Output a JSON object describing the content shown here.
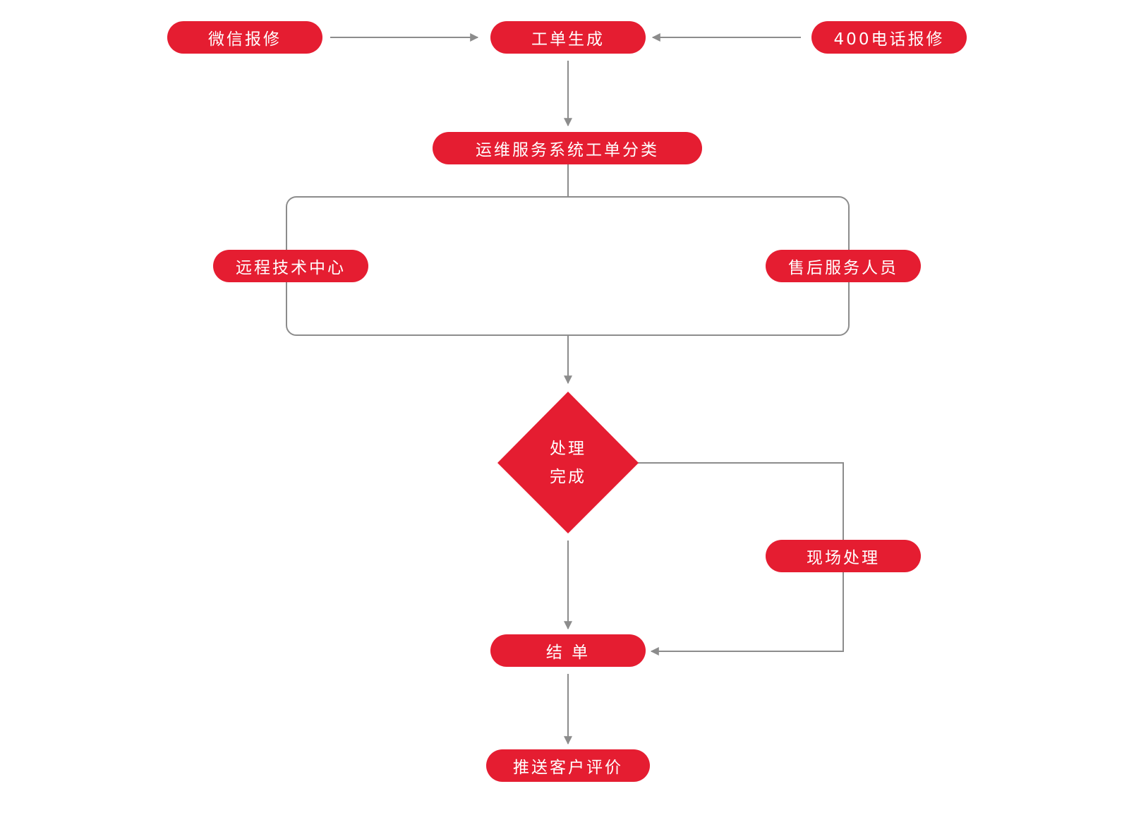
{
  "nodes": {
    "wechat_repair": "微信报修",
    "ticket_created": "工单生成",
    "phone_repair": "400电话报修",
    "system_classify": "运维服务系统工单分类",
    "remote_center": "远程技术中心",
    "after_sales": "售后服务人员",
    "decision_line1": "处理",
    "decision_line2": "完成",
    "onsite": "现场处理",
    "close_ticket": "结 单",
    "push_review": "推送客户评价"
  },
  "colors": {
    "node_fill": "#e51d31",
    "node_text": "#ffffff",
    "connector": "#8c8c8c"
  }
}
